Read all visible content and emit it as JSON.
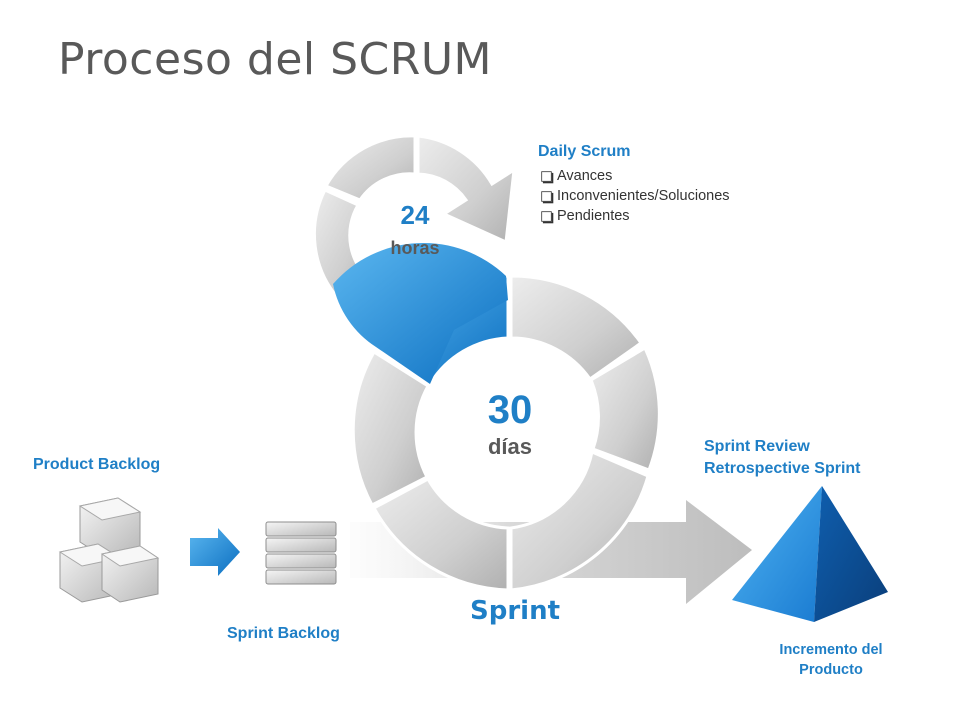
{
  "slide": {
    "title": "Proceso del SCRUM",
    "daily_scrum": {
      "title": "Daily Scrum",
      "items": [
        "Avances",
        "Inconvenientes/Soluciones",
        "Pendientes"
      ]
    },
    "small_cycle": {
      "number": "24",
      "unit": "horas"
    },
    "big_cycle": {
      "number": "30",
      "unit": "días"
    },
    "sprint_label": "Sprint",
    "product_backlog": "Product Backlog",
    "sprint_backlog": "Sprint Backlog",
    "sprint_review_line1": "Sprint Review",
    "sprint_review_line2": "Retrospective Sprint",
    "incremento_line1": "Incremento del",
    "incremento_line2": "Producto"
  },
  "colors": {
    "accent_blue": "#1F7FC6",
    "title_gray": "#595959",
    "segment_gray": "#C8C8C8"
  },
  "icons": [
    "cube-stack-icon",
    "arrow-right-icon",
    "document-stack-icon",
    "pyramid-icon",
    "circular-arrow-icon"
  ]
}
